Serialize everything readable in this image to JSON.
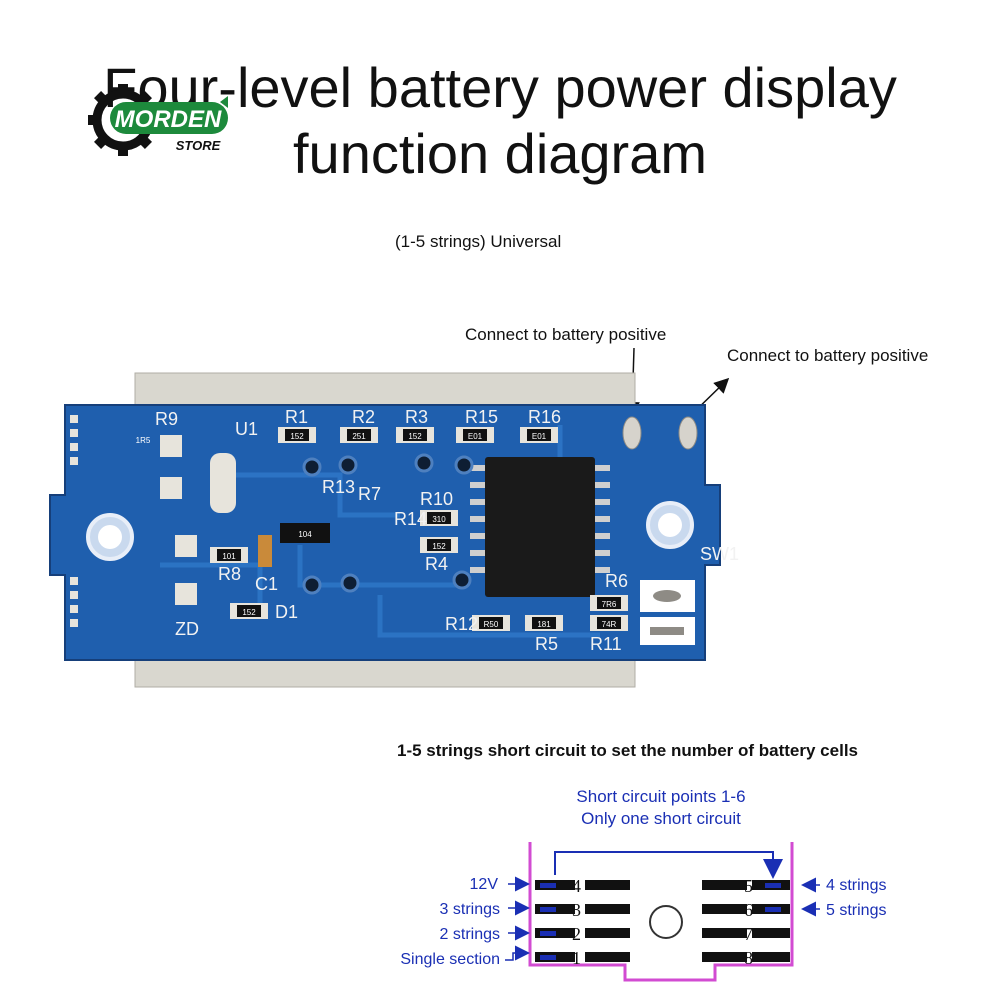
{
  "header": {
    "title_line1": "Four-level battery power display",
    "title_line2": "function diagram",
    "logo_text_main": "MORDEN",
    "logo_text_sub": "STORE",
    "logo_icon": "gear-icon"
  },
  "captions": {
    "universal": "(1-5 strings) Universal",
    "positive_left": "Connect to battery positive",
    "positive_right": "Connect to battery positive",
    "short_circuit_title": "1-5 strings short circuit to set the number of battery cells"
  },
  "pcb": {
    "board_color": "#1f5fae",
    "labels": [
      "R9",
      "U1",
      "R1",
      "R2",
      "R3",
      "R15",
      "R16",
      "R13",
      "R7",
      "R10",
      "R14",
      "R4",
      "R8",
      "C1",
      "D1",
      "ZD",
      "R12",
      "R5",
      "R11",
      "R6",
      "SW1"
    ],
    "chip_codes": [
      "152",
      "251",
      "152",
      "E01",
      "E01",
      "310",
      "152",
      "104",
      "152",
      "7R6",
      "74R",
      "R50",
      "181",
      "101",
      "1R5"
    ]
  },
  "diagram": {
    "note_line1": "Short circuit points 1-6",
    "note_line2": "Only one short circuit",
    "left_labels": [
      "12V",
      "3 strings",
      "2 strings",
      "Single section"
    ],
    "right_labels": [
      "4 strings",
      "5 strings"
    ],
    "left_numbers": [
      "4",
      "3",
      "2",
      "1"
    ],
    "right_numbers": [
      "5",
      "6",
      "7",
      "8"
    ],
    "accent_color": "#1a2fb4",
    "outline_color": "#d24bd2"
  }
}
